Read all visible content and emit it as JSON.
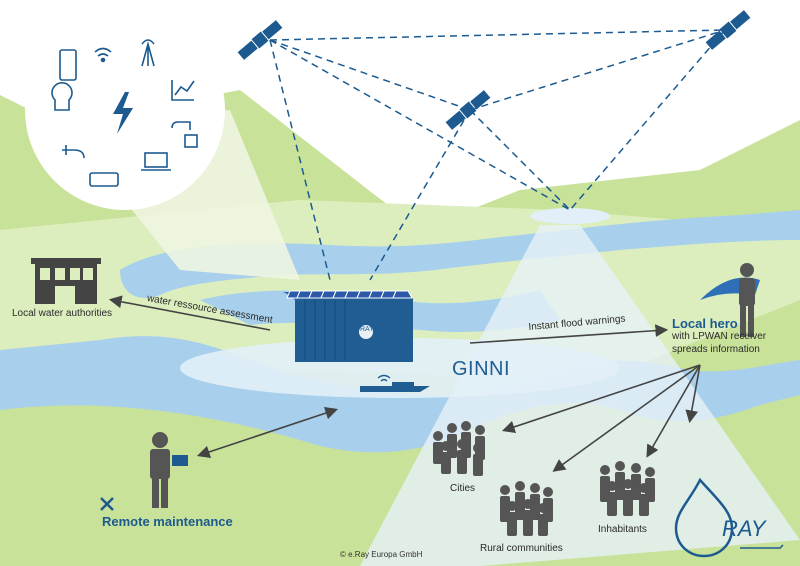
{
  "labels": {
    "local_water_authorities": "Local water authorities",
    "water_assessment": "water ressource assessment",
    "flood_warnings": "Instant flood warnings",
    "local_hero_title": "Local hero",
    "local_hero_line1": "with LPWAN receiver",
    "local_hero_line2": "spreads information",
    "ginni": "GINNI",
    "cities": "Cities",
    "rural_communities": "Rural communities",
    "inhabitants": "Inhabitants",
    "remote_maintenance": "Remote maintenance",
    "copyright": "© e.Ray Europa GmbH",
    "brand": "RAY",
    "container_logo": "RAY"
  },
  "colors": {
    "sky": "#ffffff",
    "land": "#c9e29a",
    "land_light": "#e3f0c6",
    "river": "#a8d0ec",
    "river_deep": "#6eb1de",
    "beam": "#dcebf7",
    "container": "#1f5d93",
    "solar": "#2a63b3",
    "line_dark": "#444444",
    "satellite_blue": "#1c5a8f",
    "person_gray": "#555555"
  },
  "icons": [
    "phone-icon",
    "wifi-icon",
    "antenna-icon",
    "thermometer-icon",
    "lightbulb-icon",
    "lightning-icon",
    "chart-icon",
    "water-tap-icon",
    "plug-icon",
    "battery-icon",
    "laptop-icon"
  ]
}
